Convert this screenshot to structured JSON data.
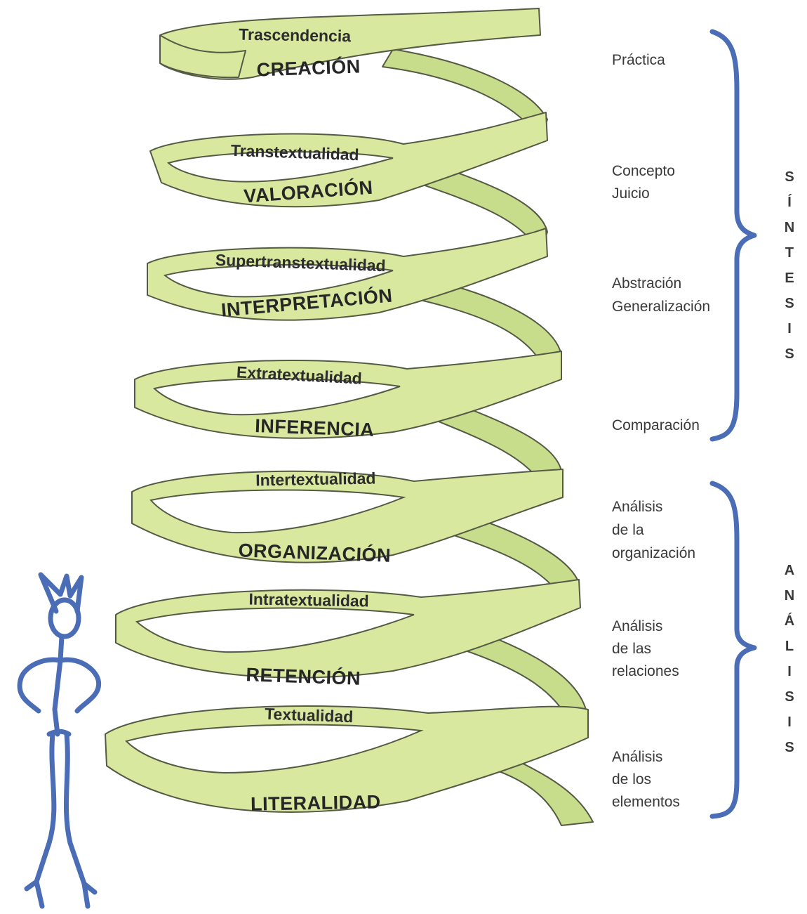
{
  "levels": [
    {
      "top": "Trascendencia",
      "main": "CREACIÓN"
    },
    {
      "top": "Transtextualidad",
      "main": "VALORACIÓN"
    },
    {
      "top": "Supertranstextualidad",
      "main": "INTERPRETACIÓN"
    },
    {
      "top": "Extratextualidad",
      "main": "INFERENCIA"
    },
    {
      "top": "Intertextualidad",
      "main": "ORGANIZACIÓN"
    },
    {
      "top": "Intratextualidad",
      "main": "RETENCIÓN"
    },
    {
      "top": "Textualidad",
      "main": "LITERALIDAD"
    }
  ],
  "side_labels": [
    {
      "lines": [
        "Práctica"
      ]
    },
    {
      "lines": [
        "Concepto",
        "Juicio"
      ]
    },
    {
      "lines": [
        "Abstración",
        "Generalización"
      ]
    },
    {
      "lines": [
        "Comparación"
      ]
    },
    {
      "lines": [
        "Análisis",
        "de la",
        "organización"
      ]
    },
    {
      "lines": [
        "Análisis",
        "de las",
        "relaciones"
      ]
    },
    {
      "lines": [
        "Análisis",
        "de los",
        "elementos"
      ]
    }
  ],
  "groups": {
    "sintesis": [
      "S",
      "Í",
      "N",
      "T",
      "E",
      "S",
      "I",
      "S"
    ],
    "analisis": [
      "A",
      "N",
      "Á",
      "L",
      "I",
      "S",
      "I",
      "S"
    ]
  },
  "colors": {
    "ribbon": "#d9e89f",
    "ribbon_outline": "#555a45",
    "brace": "#4a6db5",
    "figure": "#4a6db5"
  },
  "icons": {
    "figure": "stick-figure-icon"
  }
}
